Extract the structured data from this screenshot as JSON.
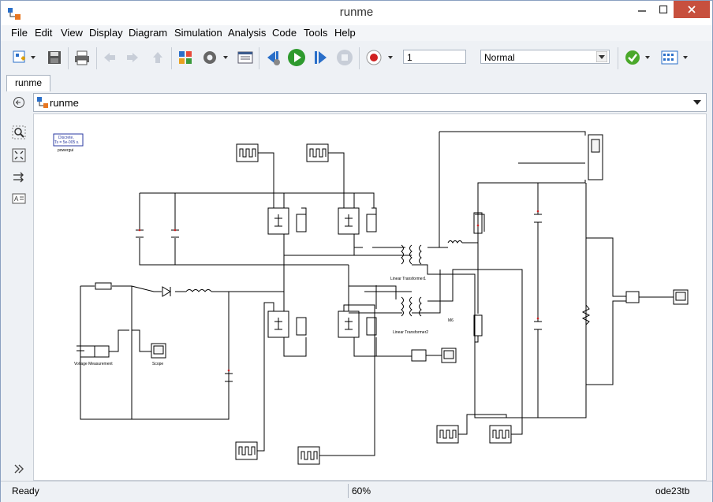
{
  "window": {
    "title": "runme"
  },
  "menu": [
    "File",
    "Edit",
    "View",
    "Display",
    "Diagram",
    "Simulation",
    "Analysis",
    "Code",
    "Tools",
    "Help"
  ],
  "toolbar": {
    "stop_time": "1",
    "sim_mode": "Normal",
    "icons": [
      "new-model-icon",
      "save-icon",
      "print-icon",
      "back-icon",
      "forward-icon",
      "up-icon",
      "library-browser-icon",
      "config-icon",
      "model-explorer-icon",
      "step-back-icon",
      "run-icon",
      "step-forward-icon",
      "stop-icon",
      "record-icon",
      "check-icon",
      "grid-icon"
    ]
  },
  "tab": {
    "label": "runme"
  },
  "address": {
    "label": "runme"
  },
  "diagram": {
    "powergui_line1": "Discrete,",
    "powergui_line2": "Ts = 5e-005 s.",
    "powergui_label": "powergui",
    "voltage_measurement": "Voltage Measurement",
    "scope": "Scope",
    "transformer1": "Linear Transformer1",
    "transformer2": "Linear Transformer2",
    "m6": "M6"
  },
  "status": {
    "ready": "Ready",
    "zoom": "60%",
    "solver": "ode23tb"
  }
}
